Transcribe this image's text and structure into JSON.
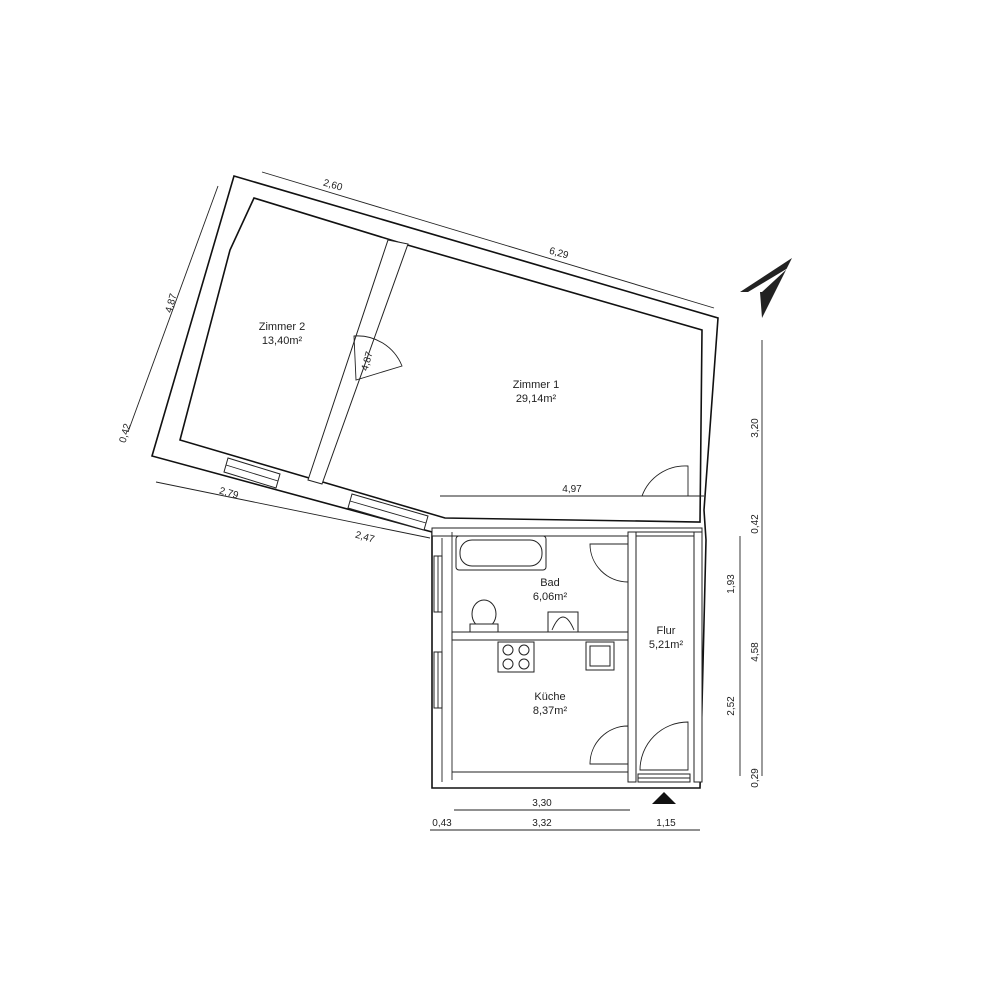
{
  "rooms": [
    {
      "name": "Zimmer 2",
      "area": "13,40m²"
    },
    {
      "name": "Zimmer 1",
      "area": "29,14m²"
    },
    {
      "name": "Bad",
      "area": "6,06m²"
    },
    {
      "name": "Flur",
      "area": "5,21m²"
    },
    {
      "name": "Küche",
      "area": "8,37m²"
    }
  ],
  "dimensions": {
    "top_a": "2,60",
    "top_b": "6,29",
    "left_height": "4,87",
    "left_small": "0,42",
    "inner_wall": "4,87",
    "inner_horizontal": "4,97",
    "bottom_a": "2,79",
    "bottom_b": "2,47",
    "right_a": "3,20",
    "right_b": "0,42",
    "right_c": "1,93",
    "right_d": "4,58",
    "right_e": "2,52",
    "right_f": "0,29",
    "bottom_width_a": "3,30",
    "bottom_wall": "0,43",
    "bottom_width_b": "3,32",
    "bottom_flur": "1,15"
  },
  "icons": {
    "compass": "north-arrow-icon",
    "entrance": "entrance-triangle-icon"
  }
}
